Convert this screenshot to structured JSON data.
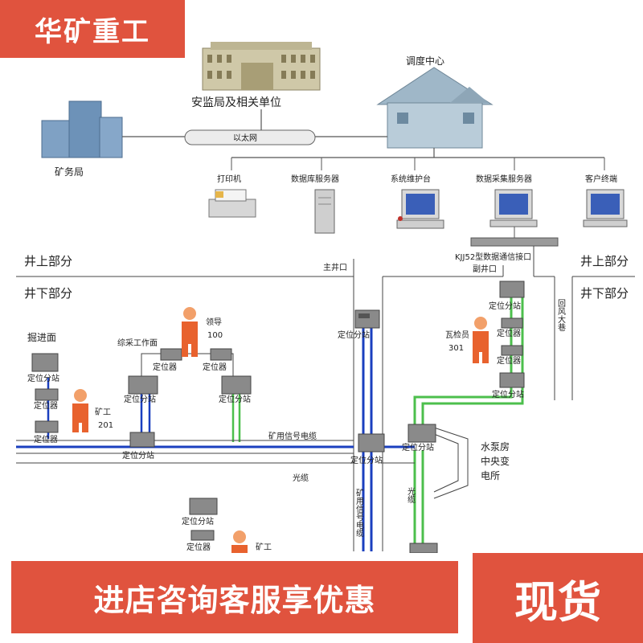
{
  "brand": {
    "title": "华矿重工"
  },
  "top": {
    "supervision": "安监局及相关单位",
    "dispatch": "调度中心",
    "mine_bureau": "矿务局",
    "ethernet": "以太网",
    "printer": "打印机",
    "db_server": "数据库服务器",
    "maintenance": "系统维护台",
    "collector_server": "数据采集服务器",
    "client": "客户终端",
    "interface": "KJJ52型数据通信接口"
  },
  "sections": {
    "above_left": "井上部分",
    "below_left": "井下部分",
    "above_right": "井上部分",
    "below_right": "井下部分"
  },
  "shafts": {
    "main": "主井口",
    "aux": "副井口",
    "return_air": "回风大巷"
  },
  "work_areas": {
    "heading": "掘进面",
    "fully_mech": "综采工作面",
    "pump_room": "水泵房中央变电所"
  },
  "persons": {
    "leader": "领导",
    "leader_id": "100",
    "gas_inspector": "瓦检员",
    "gas_inspector_id": "301",
    "miner1": "矿工",
    "miner1_id": "201",
    "miner2": "矿工"
  },
  "devices": {
    "station": "定位分站",
    "locator": "定位器"
  },
  "cables": {
    "signal": "矿用信号电缆",
    "signal_vertical": "矿用信号电缆",
    "fiber": "光缆",
    "fiber_vertical": "光缆"
  },
  "promo": {
    "left": "进店咨询客服享优惠",
    "right": "现货"
  },
  "colors": {
    "brand_red": "#e0533e",
    "signal_blue": "#1a3fbf",
    "fiber_green": "#4cbf4c",
    "device_gray": "#8a8a8a"
  }
}
